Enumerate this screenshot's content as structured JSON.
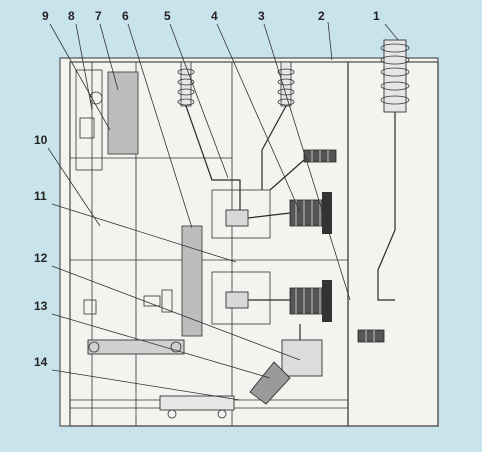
{
  "diagram": {
    "callouts": [
      "1",
      "2",
      "3",
      "4",
      "5",
      "6",
      "7",
      "8",
      "9",
      "10",
      "11",
      "12",
      "13",
      "14"
    ],
    "colors": {
      "background": "#c9e3ec",
      "cabinet": "#f4f3ef",
      "component_fill": "#bdbdbd",
      "line": "#2a2a2a"
    }
  }
}
